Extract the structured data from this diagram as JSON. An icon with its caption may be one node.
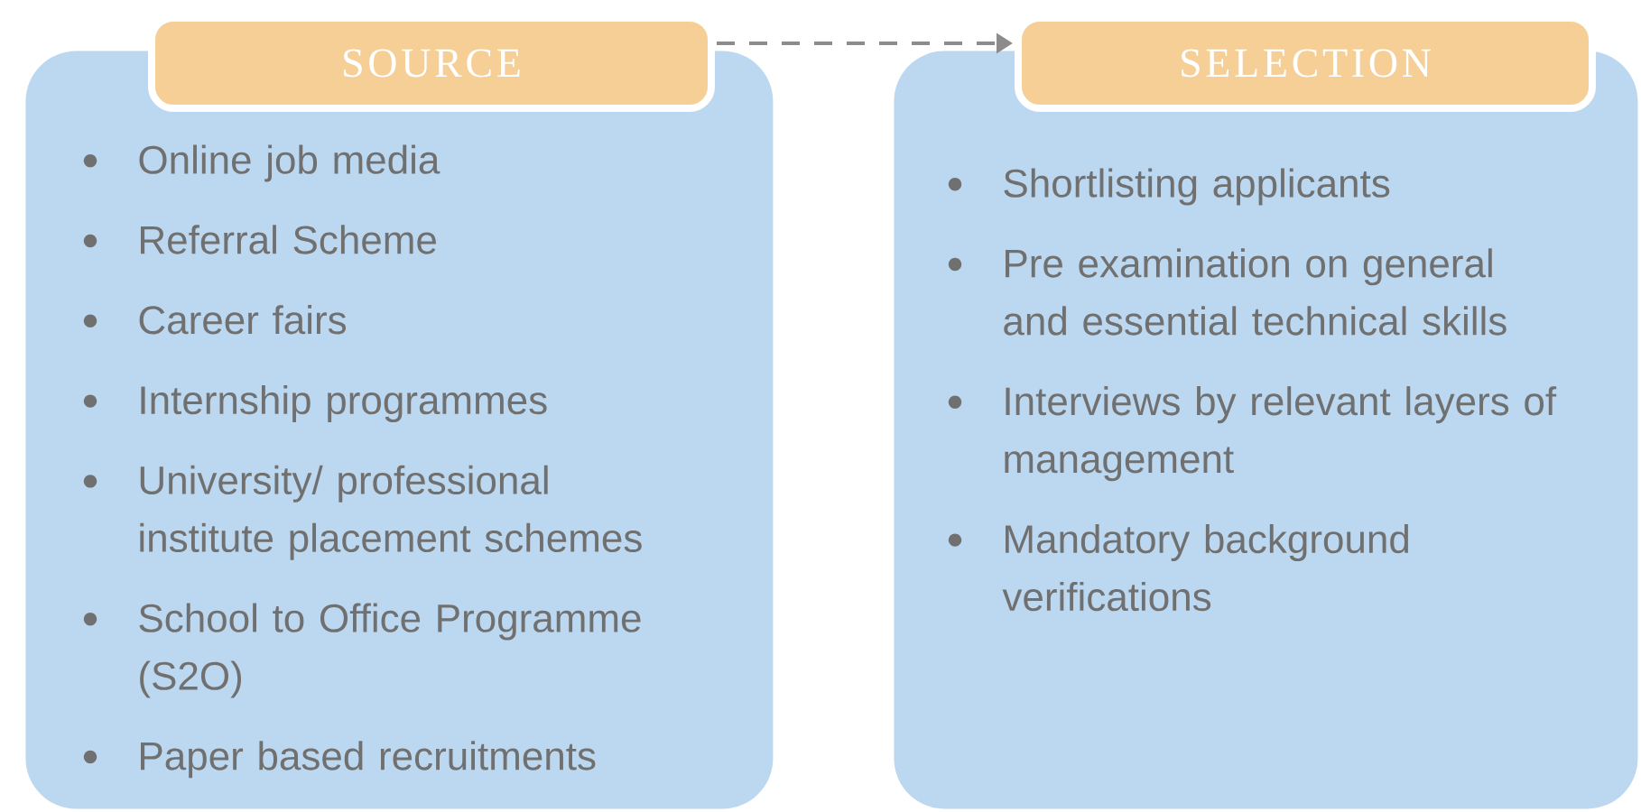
{
  "diagram": {
    "nodes": [
      {
        "text": [
          "SOURCE"
        ]
      },
      {
        "text": [
          "Online job media",
          "Referral Scheme",
          "Career fairs",
          "Internship programmes",
          "University/ professional institute placement schemes",
          "School to Office Programme (S2O)",
          "Paper based recruitments"
        ]
      },
      {
        "text": [
          "SELECTION"
        ]
      },
      {
        "text": [
          "Shortlisting applicants",
          "Pre examination on general and essential technical skills",
          "Interviews by relevant layers of management",
          "Mandatory background verifications"
        ]
      }
    ],
    "edges": [
      {
        "from": 0,
        "to": 2,
        "arrow": "to",
        "style": "dashed"
      }
    ]
  }
}
